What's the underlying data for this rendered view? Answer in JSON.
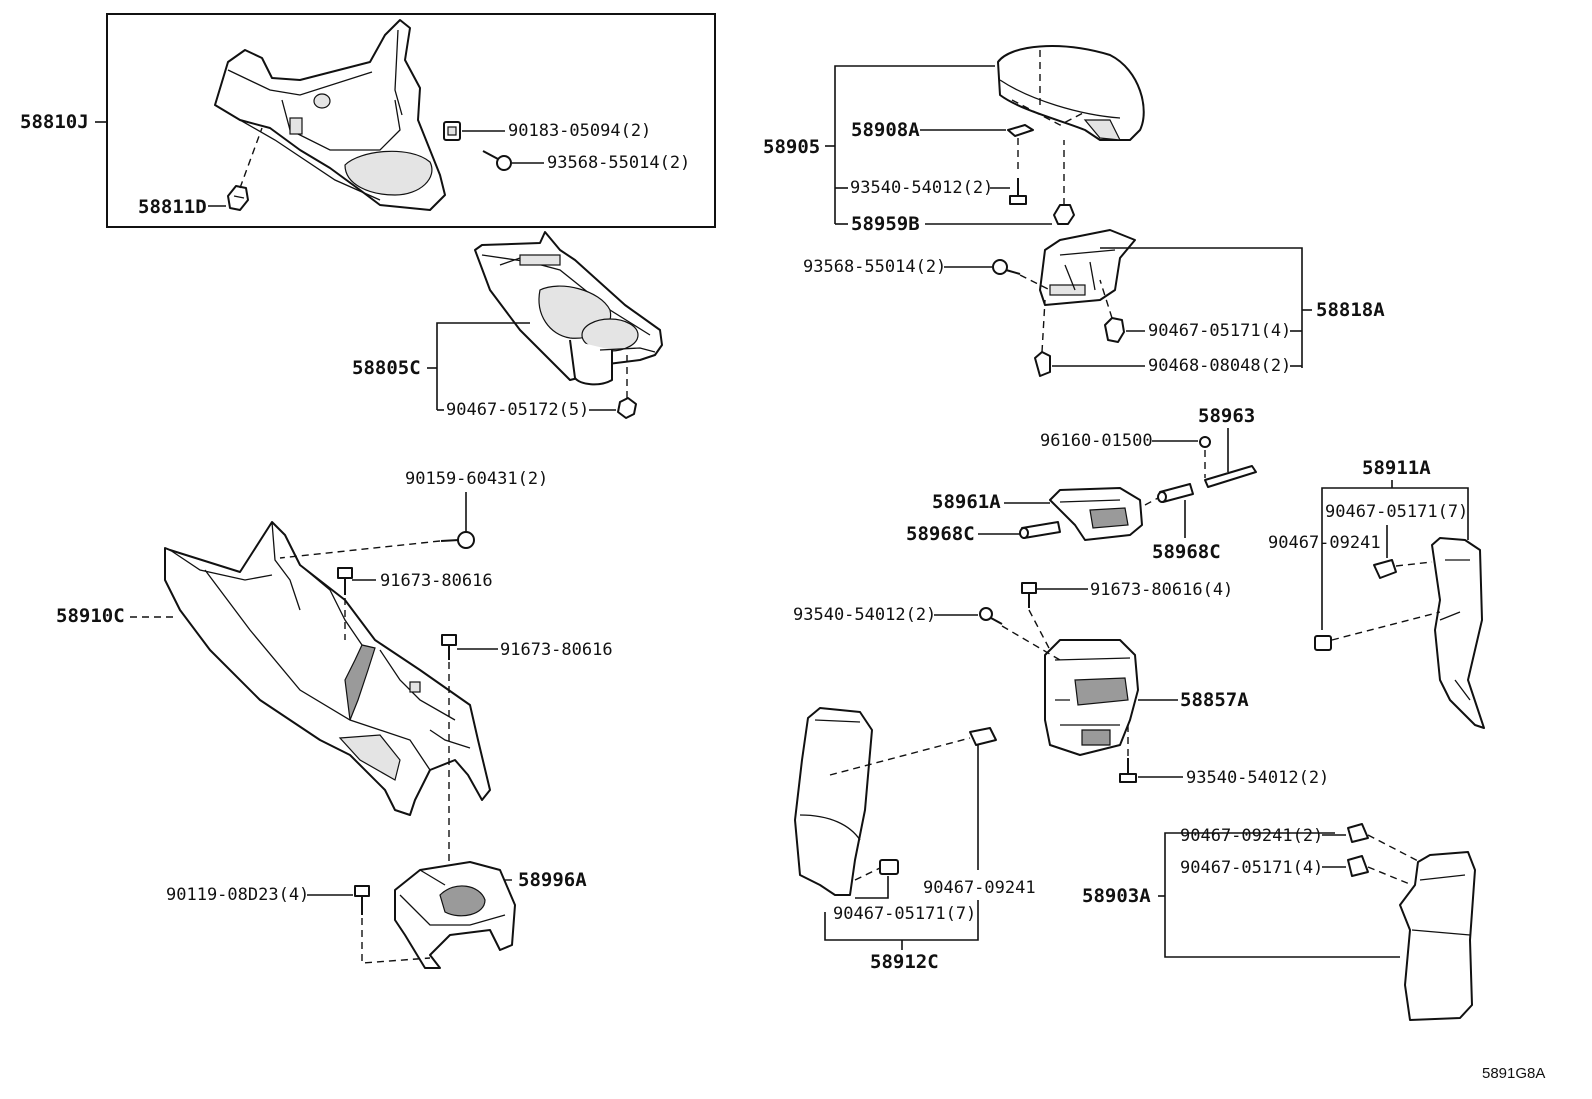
{
  "diagram_code": "5891G8A",
  "callouts": {
    "c58810J": "58810J",
    "c58811D": "58811D",
    "c90183_05094": "90183-05094(2)",
    "c93568_55014_top": "93568-55014(2)",
    "c58805C": "58805C",
    "c90467_05172": "90467-05172(5)",
    "c90159_60431": "90159-60431(2)",
    "c91673_80616_a": "91673-80616",
    "c58910C": "58910C",
    "c91673_80616_b": "91673-80616",
    "c58996A": "58996A",
    "c90119_08D23": "90119-08D23(4)",
    "c58905": "58905",
    "c58908A": "58908A",
    "c93540_54012_top": "93540-54012(2)",
    "c58959B": "58959B",
    "c93568_55014_mid": "93568-55014(2)",
    "c58818A": "58818A",
    "c90467_05171_4a": "90467-05171(4)",
    "c90468_08048": "90468-08048(2)",
    "c58963": "58963",
    "c96160_01500": "96160-01500",
    "c58961A": "58961A",
    "c58968C_left": "58968C",
    "c58968C_right": "58968C",
    "c58911A": "58911A",
    "c90467_05171_7a": "90467-05171(7)",
    "c90467_09241_a": "90467-09241",
    "c91673_80616_4": "91673-80616(4)",
    "c93540_54012_mid": "93540-54012(2)",
    "c58857A": "58857A",
    "c93540_54012_low": "93540-54012(2)",
    "c90467_09241_b": "90467-09241",
    "c90467_05171_7b": "90467-05171(7)",
    "c58912C": "58912C",
    "c90467_09241_2": "90467-09241(2)",
    "c90467_05171_4b": "90467-05171(4)",
    "c58903A": "58903A"
  }
}
